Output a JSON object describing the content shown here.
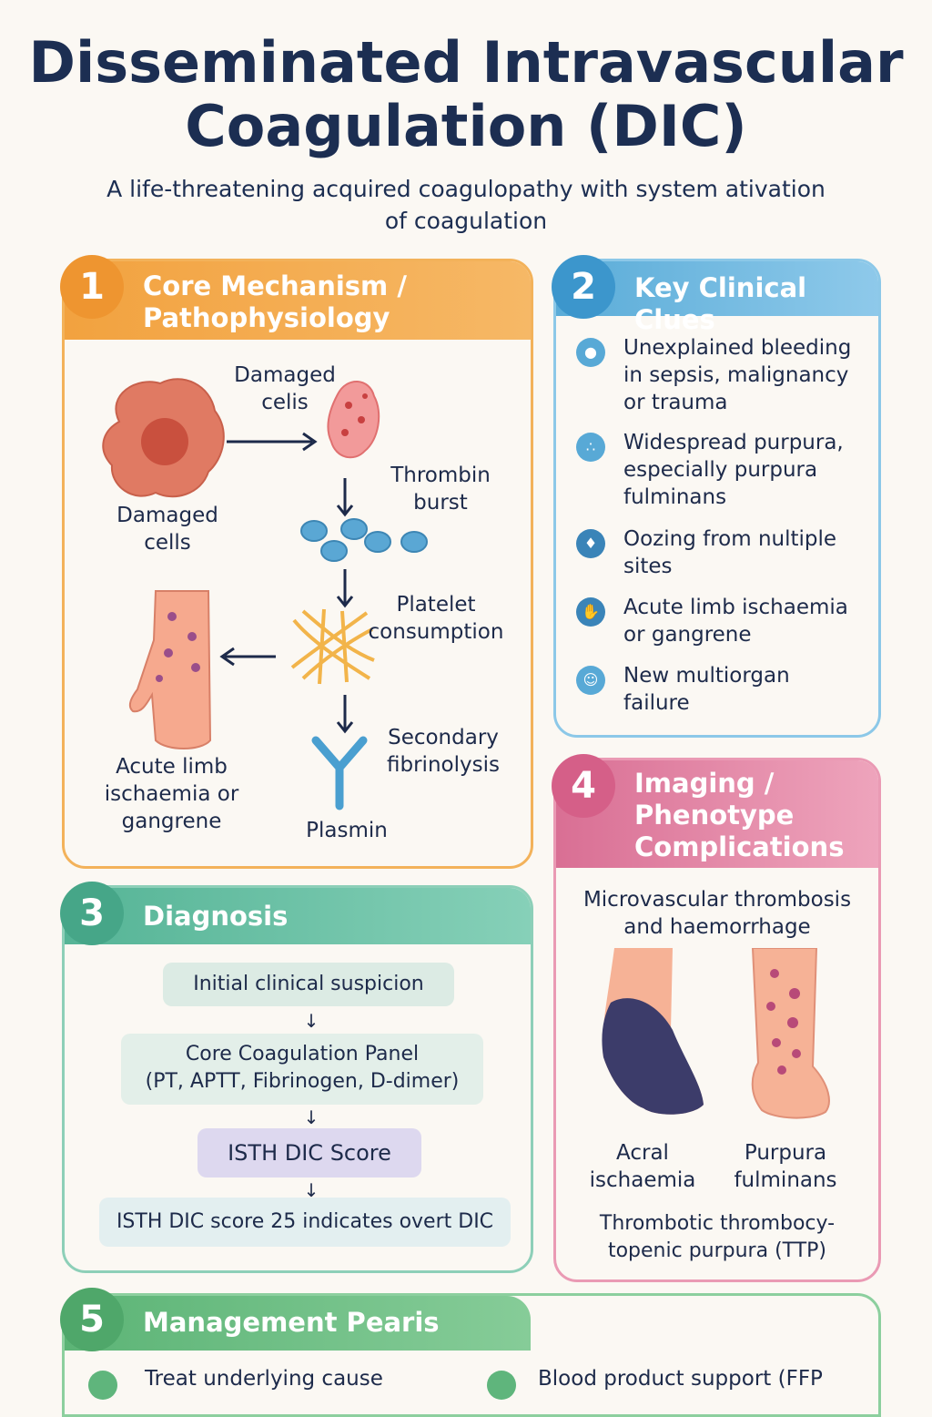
{
  "title": {
    "line1": "Disseminated Intravascular",
    "line2": "Coagulation (DIC)"
  },
  "subtitle": {
    "line1": "A life-threatening acquired coagulopathy with system ativation",
    "line2": "of coagulation"
  },
  "panel1": {
    "number": "1",
    "heading_line1": "Core Mechanism /",
    "heading_line2": "Pathophysiology",
    "labels": {
      "damaged_cells_top_1": "Damaged",
      "damaged_cells_top_2": "celis",
      "damaged_cells_left_1": "Damaged",
      "damaged_cells_left_2": "cells",
      "thrombin_1": "Thrombin",
      "thrombin_2": "burst",
      "platelet_1": "Platelet",
      "platelet_2": "consumption",
      "limb_1": "Acute limb",
      "limb_2": "ischaemia or",
      "limb_3": "gangrene",
      "secondary_1": "Secondary",
      "secondary_2": "fibrinolysis",
      "plasmin": "Plasmin"
    },
    "color": "#f0a040"
  },
  "panel2": {
    "number": "2",
    "heading": "Key Clinical Clues",
    "color": "#6fb8e0",
    "items": [
      {
        "l1": "Unexplained bleeding",
        "l2": "in sepsis, malignancy",
        "l3": "or trauma"
      },
      {
        "l1": "Widespread purpura,",
        "l2": "especially purpura",
        "l3": "fulminans"
      },
      {
        "l1": "Oozing from nultiple",
        "l2": "sites",
        "l3": ""
      },
      {
        "l1": "Acute limb ischaemia",
        "l2": "or gangrene",
        "l3": ""
      },
      {
        "l1": "New multiorgan",
        "l2": "failure",
        "l3": ""
      }
    ]
  },
  "panel3": {
    "number": "3",
    "heading": "Diagnosis",
    "color": "#6cc1a6",
    "steps": {
      "s1": "Initial clinical suspicion",
      "s2_l1": "Core Coagulation Panel",
      "s2_l2": "(PT, APTT, Fibrinogen, D-dimer)",
      "s3": "ISTH DIC Score",
      "s4": "ISTH DIC score 25 indicates overt DIC"
    }
  },
  "panel4": {
    "number": "4",
    "heading_line1": "Imaging /",
    "heading_line2": "Phenotype",
    "heading_line3": "Complications",
    "color": "#e07fa0",
    "sub_line1": "Microvascular thrombosis",
    "sub_line2": "and haemorrhage",
    "acral_1": "Acral",
    "acral_2": "ischaemia",
    "purpura_1": "Purpura",
    "purpura_2": "fulminans",
    "ttp_1": "Thrombotic thrombocy-",
    "ttp_2": "topenic purpura (TTP)"
  },
  "panel5": {
    "number": "5",
    "heading": "Management Pearis",
    "color": "#6cbf84",
    "item1": "Treat underlying cause",
    "item2": "Blood product support (FFP"
  }
}
